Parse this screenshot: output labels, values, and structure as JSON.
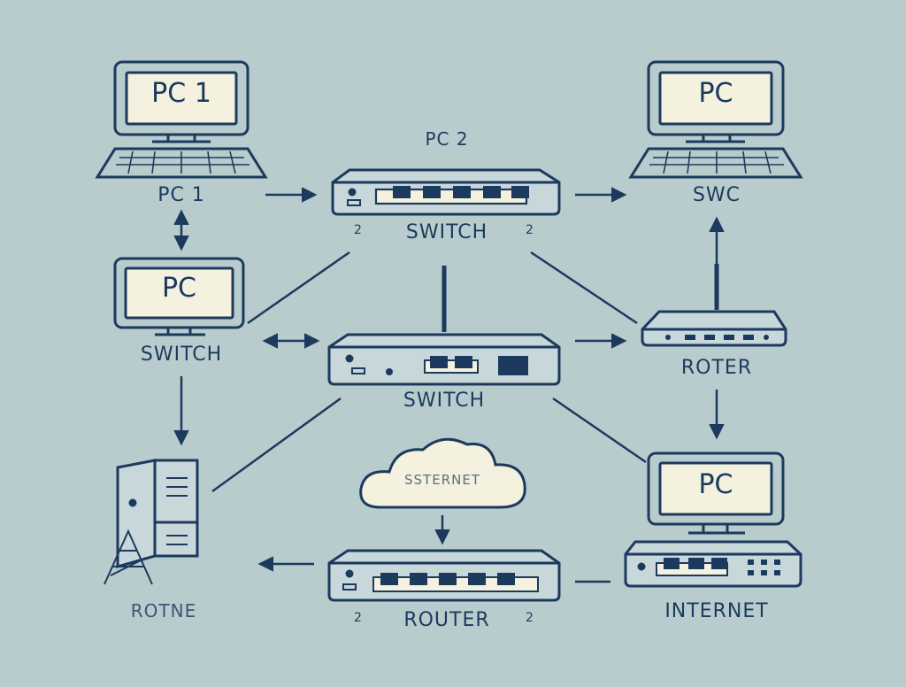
{
  "colors": {
    "background": "#b9cccd",
    "ink": "#1b3a5e",
    "screen": "#f4f1de"
  },
  "nodes": {
    "pc_top_left": {
      "screen_text": "PC 1",
      "label": "PC 1",
      "icon": "desktop-computer-icon"
    },
    "pc_top_right": {
      "screen_text": "PC",
      "label": "SWC",
      "icon": "desktop-computer-icon"
    },
    "pc_mid_left": {
      "screen_text": "PC",
      "label": "SWITCH",
      "icon": "monitor-icon"
    },
    "switch_top": {
      "label_above": "PC 2",
      "label": "SWITCH",
      "port_left": "2",
      "port_right": "2",
      "icon": "network-switch-icon"
    },
    "switch_mid": {
      "label": "SWITCH",
      "icon": "network-switch-icon"
    },
    "router_right": {
      "label": "ROTER",
      "icon": "wireless-router-icon"
    },
    "server_left": {
      "label": "ROTNE",
      "icon": "server-tower-icon"
    },
    "cloud": {
      "text": "SSTERNET",
      "icon": "cloud-icon"
    },
    "router_bottom": {
      "label": "ROUTER",
      "port_left": "2",
      "port_right": "2",
      "icon": "network-switch-icon"
    },
    "pc_bottom_right": {
      "screen_text": "PC",
      "label": "INTERNET",
      "icon": "desktop-computer-icon"
    }
  }
}
